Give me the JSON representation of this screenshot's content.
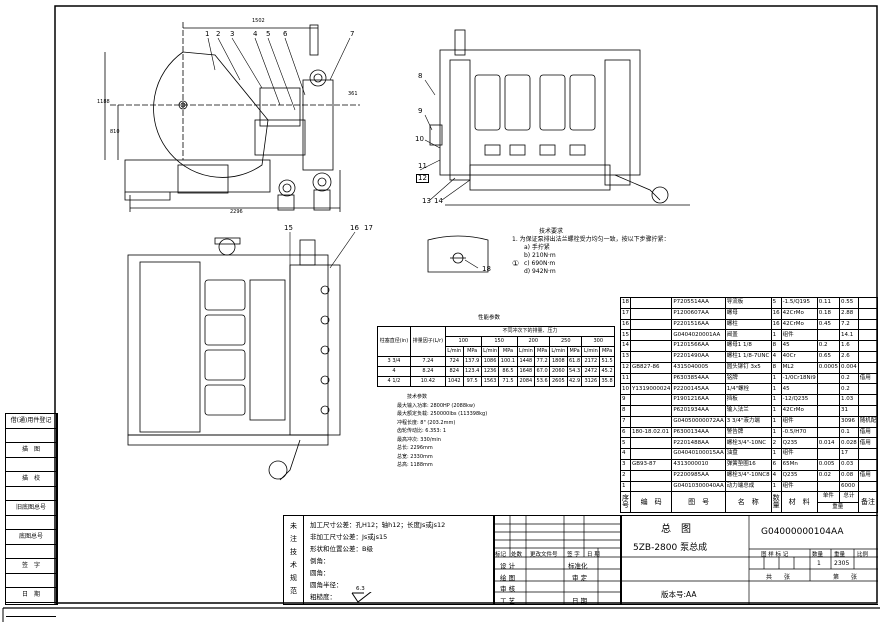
{
  "left_column": [
    "借(通)用件登记",
    "",
    "描　图",
    "",
    "描　校",
    "",
    "旧底图总号",
    "",
    "底图总号",
    "",
    "签　字",
    "",
    "日　期",
    ""
  ],
  "balloons": [
    "1",
    "2",
    "3",
    "4",
    "5",
    "6",
    "7",
    "8",
    "9",
    "10",
    "11",
    "12",
    "13",
    "14",
    "15",
    "16",
    "17",
    "18"
  ],
  "dimensions": {
    "width_top": "1502",
    "height_side": "1188",
    "height_low": "810",
    "overall_length": "2296",
    "offset": "361"
  },
  "tech_requirements": {
    "title": "技术要求",
    "line1": "1. 为保证泵排出法兰螺栓受力均匀一致，按以下步骤拧紧：",
    "steps": [
      "a) 手拧紧",
      "b) 210N·m",
      "c) 690N·m",
      "d) 942N·m"
    ],
    "marker": "①"
  },
  "performance": {
    "title": "性能参数",
    "h_plunger": "柱塞直径(in)",
    "h_factor": "排量因子(L/r)",
    "h_group": "不同冲次下的排量、压力",
    "speeds": [
      "100",
      "150",
      "200",
      "250",
      "300"
    ],
    "units": [
      "L/min",
      "MPa"
    ],
    "rows": [
      [
        "3 3/4",
        "7.24",
        "724",
        "137.9",
        "1086",
        "100.1",
        "1448",
        "77.2",
        "1808",
        "61.8",
        "2172",
        "51.5"
      ],
      [
        "4",
        "8.24",
        "824",
        "123.4",
        "1236",
        "86.5",
        "1648",
        "67.0",
        "2060",
        "54.3",
        "2472",
        "45.2"
      ],
      [
        "4 1/2",
        "10.42",
        "1042",
        "97.5",
        "1563",
        "71.5",
        "2084",
        "53.6",
        "2605",
        "42.9",
        "3126",
        "35.8"
      ]
    ]
  },
  "tech_params": {
    "title": "技术参数",
    "lines": [
      "最大输入功率: 2800HP (2088kw)",
      "最大额定负载: 250000lbs (113398kg)",
      "冲程长度: 8\" (203.2mm)",
      "齿轮传动比: 6.353: 1",
      "最高冲次: 330/min",
      "总长: 2296mm",
      "总宽: 2330mm",
      "总高: 1188mm"
    ]
  },
  "parts_list": {
    "rows": [
      [
        "18",
        "",
        "P7205514AA",
        "导流板",
        "5",
        "-1.5/Q195",
        "0.11",
        "0.55",
        ""
      ],
      [
        "17",
        "",
        "P1200607AA",
        "螺母",
        "16",
        "42CrMo",
        "0.18",
        "2.88",
        ""
      ],
      [
        "16",
        "",
        "P2201516AA",
        "螺柱",
        "16",
        "42CrMo",
        "0.45",
        "7.2",
        ""
      ],
      [
        "15",
        "",
        "G0404020001AA",
        "阀盖",
        "1",
        "组件",
        "",
        "14.1",
        ""
      ],
      [
        "14",
        "",
        "P1201566AA",
        "螺母1 1/8",
        "8",
        "45",
        "0.2",
        "1.6",
        ""
      ],
      [
        "13",
        "",
        "P2201490AA",
        "螺柱1 1/8-7UNC",
        "4",
        "40Cr",
        "0.65",
        "2.6",
        ""
      ],
      [
        "12",
        "GB827-86",
        "4315040005",
        "圆头铆钉 3x5",
        "8",
        "ML2",
        "0.0005",
        "0.004",
        ""
      ],
      [
        "11",
        "",
        "P6303854AA",
        "铭牌",
        "1",
        "-1/0Cr18Ni9",
        "",
        "0.2",
        "借用"
      ],
      [
        "10",
        "Y1319000024",
        "P2200145AA",
        "1/4\"螺栓",
        "1",
        "45",
        "",
        "0.2",
        ""
      ],
      [
        "9",
        "",
        "P1901216AA",
        "挡板",
        "1",
        "-12/Q235",
        "",
        "1.03",
        ""
      ],
      [
        "8",
        "",
        "P6201934AA",
        "输入法兰",
        "1",
        "42CrMo",
        "",
        "31",
        ""
      ],
      [
        "7",
        "",
        "G04050000072AA",
        "3 3/4\"液力端",
        "1",
        "组件",
        "",
        "3096",
        "随机配"
      ],
      [
        "6",
        "180-18.02.01",
        "P6300134AA",
        "警告牌",
        "1",
        "-0.5/H70",
        "",
        "0.1",
        "借用"
      ],
      [
        "5",
        "",
        "P2201488AA",
        "螺栓3/4\"-10NC",
        "2",
        "Q235",
        "0.014",
        "0.028",
        "借用"
      ],
      [
        "4",
        "",
        "G04040100015AA",
        "油盘",
        "1",
        "组件",
        "",
        "17",
        ""
      ],
      [
        "3",
        "GB93-87",
        "4313000010",
        "弹簧垫圈16",
        "6",
        "65Mn",
        "0.005",
        "0.03",
        ""
      ],
      [
        "2",
        "",
        "P2200985AA",
        "螺栓3/4\"-10NC8",
        "4",
        "Q235",
        "0.02",
        "0.08",
        "借用"
      ],
      [
        "1",
        "",
        "G04010300040AA",
        "动力端总成",
        "1",
        "组件",
        "",
        "6000",
        ""
      ]
    ],
    "header": {
      "seq": "序号",
      "code": "编　码",
      "drawing_no": "图　号",
      "name": "名　称",
      "qty": "数量",
      "material": "材　料",
      "unit_weight": "单件",
      "total_weight": "总计",
      "weight": "重量",
      "remark": "备注"
    }
  },
  "unspecified_spec": {
    "side_label": [
      "未",
      "注",
      "技",
      "术",
      "规",
      "范"
    ],
    "lines": [
      "加工尺寸公差：孔H12；轴h12；长度Js或js12",
      "非加工尺寸公差：Js或js15",
      "形状和位置公差：B级",
      "倒角：",
      "圆角：",
      "圆角半径：",
      "粗糙度："
    ],
    "roughness": "6.3"
  },
  "revision_block": {
    "headers": [
      "标记",
      "处数",
      "更改文件号",
      "签 字",
      "日 期"
    ],
    "design": "设 计",
    "standardize": "标准化",
    "draw": "绘 图",
    "approve": "审 定",
    "check": "审 核",
    "process": "工 艺",
    "date": "日 期"
  },
  "title_block": {
    "title": "总　图",
    "product": "5ZB-2800 泵总成",
    "drawing_number": "G04000000104AA",
    "sample_mark": "图 样 标 记",
    "qty_label": "数量",
    "weight_label": "重量",
    "scale_label": "比例",
    "qty": "1",
    "weight": "2305",
    "total_sheets": "共　　张",
    "sheet_no": "第　　张",
    "version": "版本号:AA"
  }
}
